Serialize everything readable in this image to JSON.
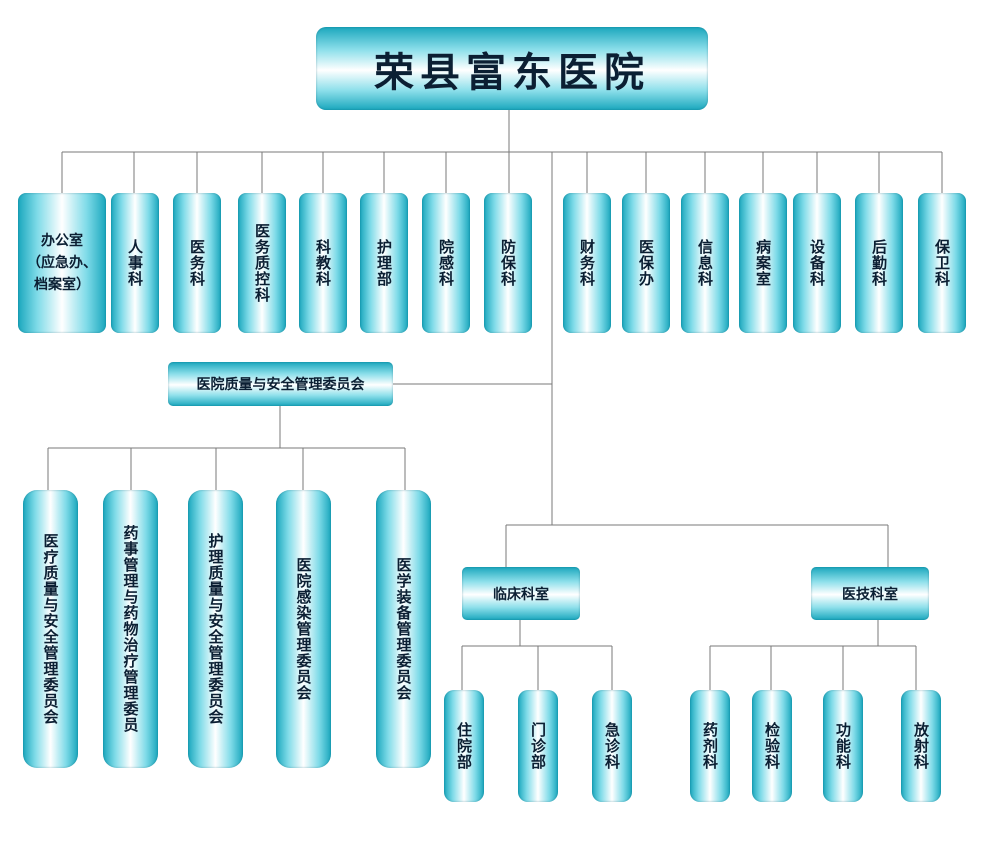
{
  "title": "荣县富东医院",
  "departments": [
    "办公室\n（应急办、\n档案室）",
    "人事科",
    "医务科",
    "医务质控科",
    "科教科",
    "护理部",
    "院感科",
    "防保科",
    "财务科",
    "医保办",
    "信息科",
    "病案室",
    "设备科",
    "后勤科",
    "保卫科"
  ],
  "committee": "医院质量与安全管理委员会",
  "sub_committees": [
    "医疗质量与安全管理委员会",
    "药事管理与药物治疗管理委员",
    "护理质量与安全管理委员会",
    "医院感染管理委员会",
    "医学装备管理委员会"
  ],
  "clinical": {
    "label": "临床科室",
    "children": [
      "住院部",
      "门诊部",
      "急诊科"
    ]
  },
  "tech": {
    "label": "医技科室",
    "children": [
      "药剂科",
      "检验科",
      "功能科",
      "放射科"
    ]
  },
  "colors": {
    "accent": "#1aa7bd",
    "line": "#7a7a7a"
  }
}
